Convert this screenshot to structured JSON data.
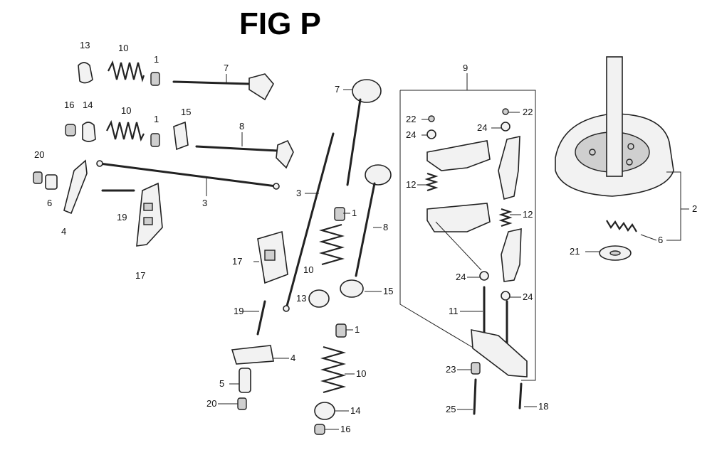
{
  "title": "FIG P",
  "callouts": {
    "c13a": "13",
    "c10a": "10",
    "c1a": "1",
    "c7a": "7",
    "c16a": "16",
    "c14a": "14",
    "c10b": "10",
    "c1b": "1",
    "c15a": "15",
    "c8a": "8",
    "c20a": "20",
    "c6a": "6",
    "c3a": "3",
    "c19a": "19",
    "c4a": "4",
    "c17a": "17",
    "c7b": "7",
    "c3b": "3",
    "c1c": "1",
    "c8b": "8",
    "c17b": "17",
    "c10c": "10",
    "c13b": "13",
    "c15b": "15",
    "c19b": "19",
    "c1d": "1",
    "c4b": "4",
    "c5": "5",
    "c10d": "10",
    "c20b": "20",
    "c14b": "14",
    "c16b": "16",
    "c9": "9",
    "c22a": "22",
    "c22b": "22",
    "c24a": "24",
    "c24b": "24",
    "c12a": "12",
    "c12b": "12",
    "c24c": "24",
    "c24d": "24",
    "c11": "11",
    "c23": "23",
    "c25": "25",
    "c18": "18",
    "c2": "2",
    "c6b": "6",
    "c21": "21"
  }
}
